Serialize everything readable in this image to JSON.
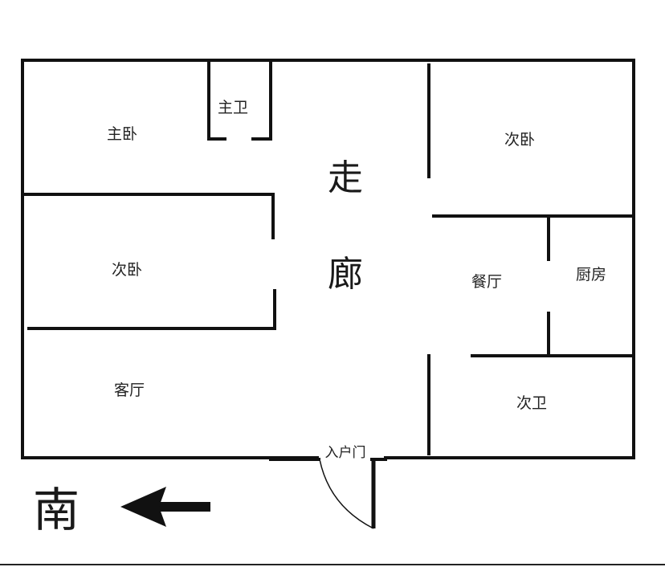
{
  "rooms": {
    "master_bedroom": "主卧",
    "master_bath": "主卫",
    "second_bedroom_west": "次卧",
    "second_bedroom_east": "次卧",
    "living_room": "客厅",
    "dining_room": "餐厅",
    "kitchen": "厨房",
    "second_bath": "次卫"
  },
  "corridor": {
    "char1": "走",
    "char2": "廊"
  },
  "entrance": "入户门",
  "compass": {
    "label": "南"
  }
}
